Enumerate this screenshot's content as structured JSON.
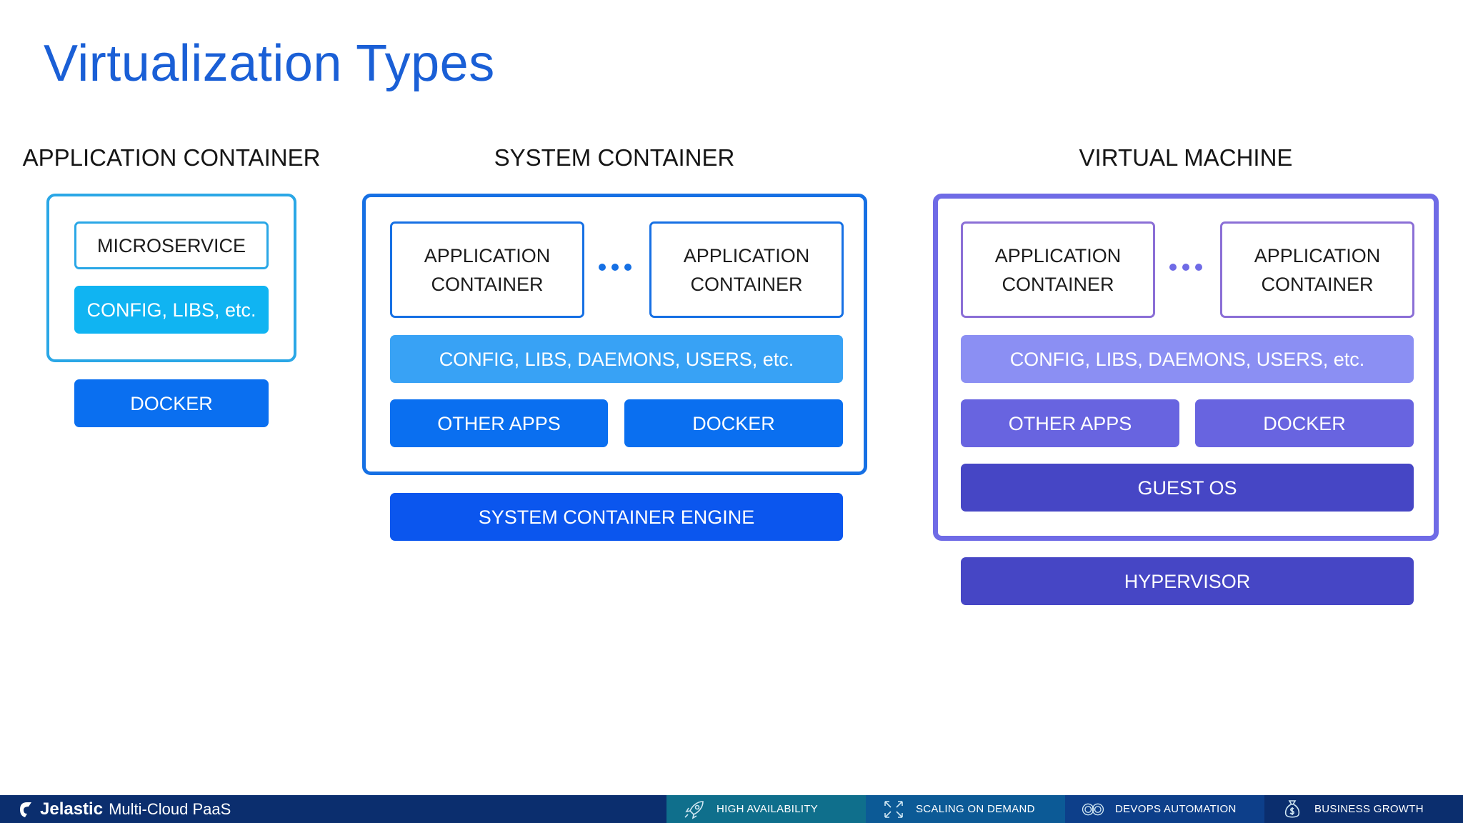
{
  "title": "Virtualization Types",
  "colors": {
    "title_blue": "#1a5fd6",
    "app_frame": "#2aa7e6",
    "app_config": "#10b4f2",
    "docker_blue": "#0a6ff0",
    "sys_frame": "#1670e4",
    "sys_config": "#38a2f5",
    "sys_engine": "#0b56ee",
    "vm_frame": "#6f6be6",
    "vm_config": "#8b8ff3",
    "vm_mid": "#6864e0",
    "vm_dark": "#4646c5",
    "footer": "#0b2e6e"
  },
  "columns": {
    "app": {
      "heading": "APPLICATION CONTAINER",
      "microservice": "MICROSERVICE",
      "config": "CONFIG, LIBS, etc.",
      "base": "DOCKER"
    },
    "system": {
      "heading": "SYSTEM CONTAINER",
      "container_left": "APPLICATION\nCONTAINER",
      "container_right": "APPLICATION\nCONTAINER",
      "config": "CONFIG, LIBS, DAEMONS, USERS, etc.",
      "other_apps": "OTHER APPS",
      "docker": "DOCKER",
      "base": "SYSTEM CONTAINER ENGINE"
    },
    "vm": {
      "heading": "VIRTUAL MACHINE",
      "container_left": "APPLICATION\nCONTAINER",
      "container_right": "APPLICATION\nCONTAINER",
      "config": "CONFIG, LIBS, DAEMONS, USERS, etc.",
      "other_apps": "OTHER APPS",
      "docker": "DOCKER",
      "guest_os": "GUEST OS",
      "base": "HYPERVISOR"
    }
  },
  "footer": {
    "brand": "Jelastic",
    "brand_sub": "Multi-Cloud PaaS",
    "tiles": [
      {
        "label": "HIGH AVAILABILITY",
        "icon": "rocket-icon",
        "color": "#0f6f8c"
      },
      {
        "label": "SCALING ON DEMAND",
        "icon": "scaling-arrows-icon",
        "color": "#0c5a96"
      },
      {
        "label": "DEVOPS AUTOMATION",
        "icon": "infinity-icon",
        "color": "#0d3f8a"
      },
      {
        "label": "BUSINESS GROWTH",
        "icon": "money-bag-icon",
        "color": "#0b2e6e"
      }
    ]
  }
}
